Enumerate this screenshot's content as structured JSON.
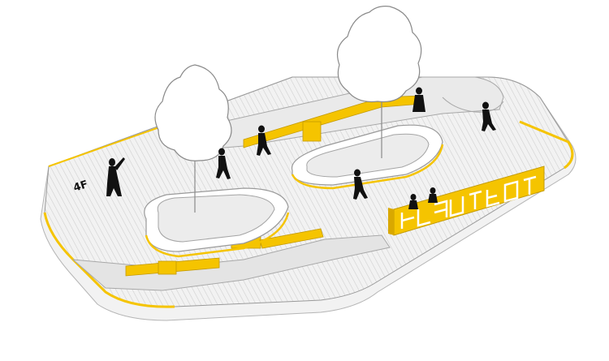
{
  "floor_label": "4F",
  "colors": {
    "accent_yellow": "#f5c400",
    "deck_gray": "#e8e8e8",
    "deck_hatch": "#c9c9c9",
    "outline": "#9a9a9a",
    "figure": "#111111",
    "tree_fill": "#ffffff",
    "tree_stroke": "#8a8a8a"
  },
  "elements": {
    "deck": "roof-deck",
    "planters": [
      "left-planter",
      "right-planter"
    ],
    "trees": [
      "left-tree",
      "right-tree"
    ],
    "signage": "yellow-lattice-sign",
    "figures_count": 8
  }
}
